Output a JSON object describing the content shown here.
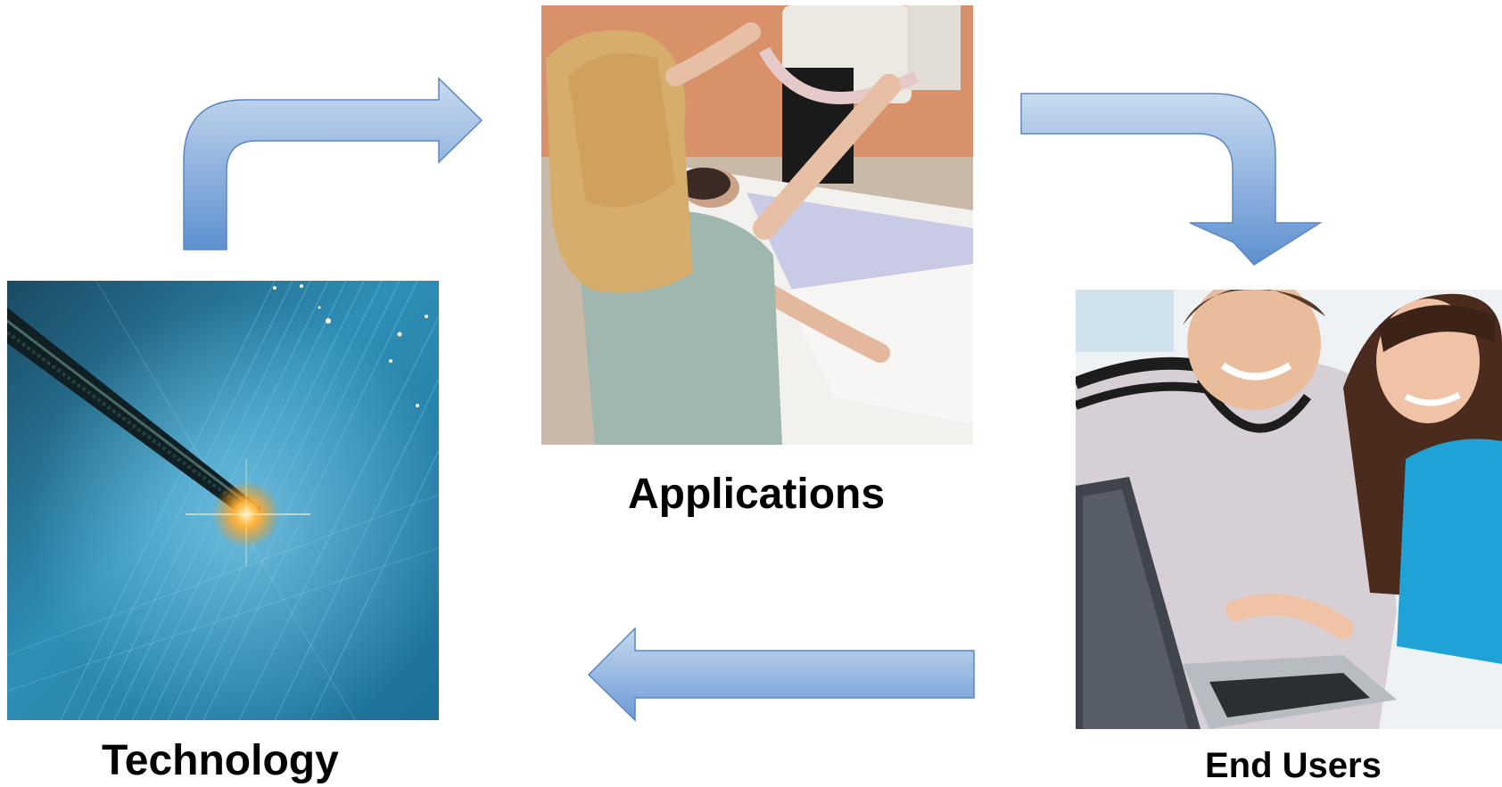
{
  "diagram": {
    "nodes": [
      {
        "id": "technology",
        "label": "Technology",
        "image": "fiber-optic-cables"
      },
      {
        "id": "applications",
        "label": "Applications",
        "image": "medical-xray-exam"
      },
      {
        "id": "end_users",
        "label": "End Users",
        "image": "people-using-laptop"
      }
    ],
    "edges": [
      {
        "from": "technology",
        "to": "applications"
      },
      {
        "from": "applications",
        "to": "end_users"
      },
      {
        "from": "end_users",
        "to": "technology"
      }
    ]
  },
  "colors": {
    "arrow_light": "#c6d8ee",
    "arrow_dark": "#5b8fd0",
    "arrow_stroke": "#4f7fbf"
  }
}
